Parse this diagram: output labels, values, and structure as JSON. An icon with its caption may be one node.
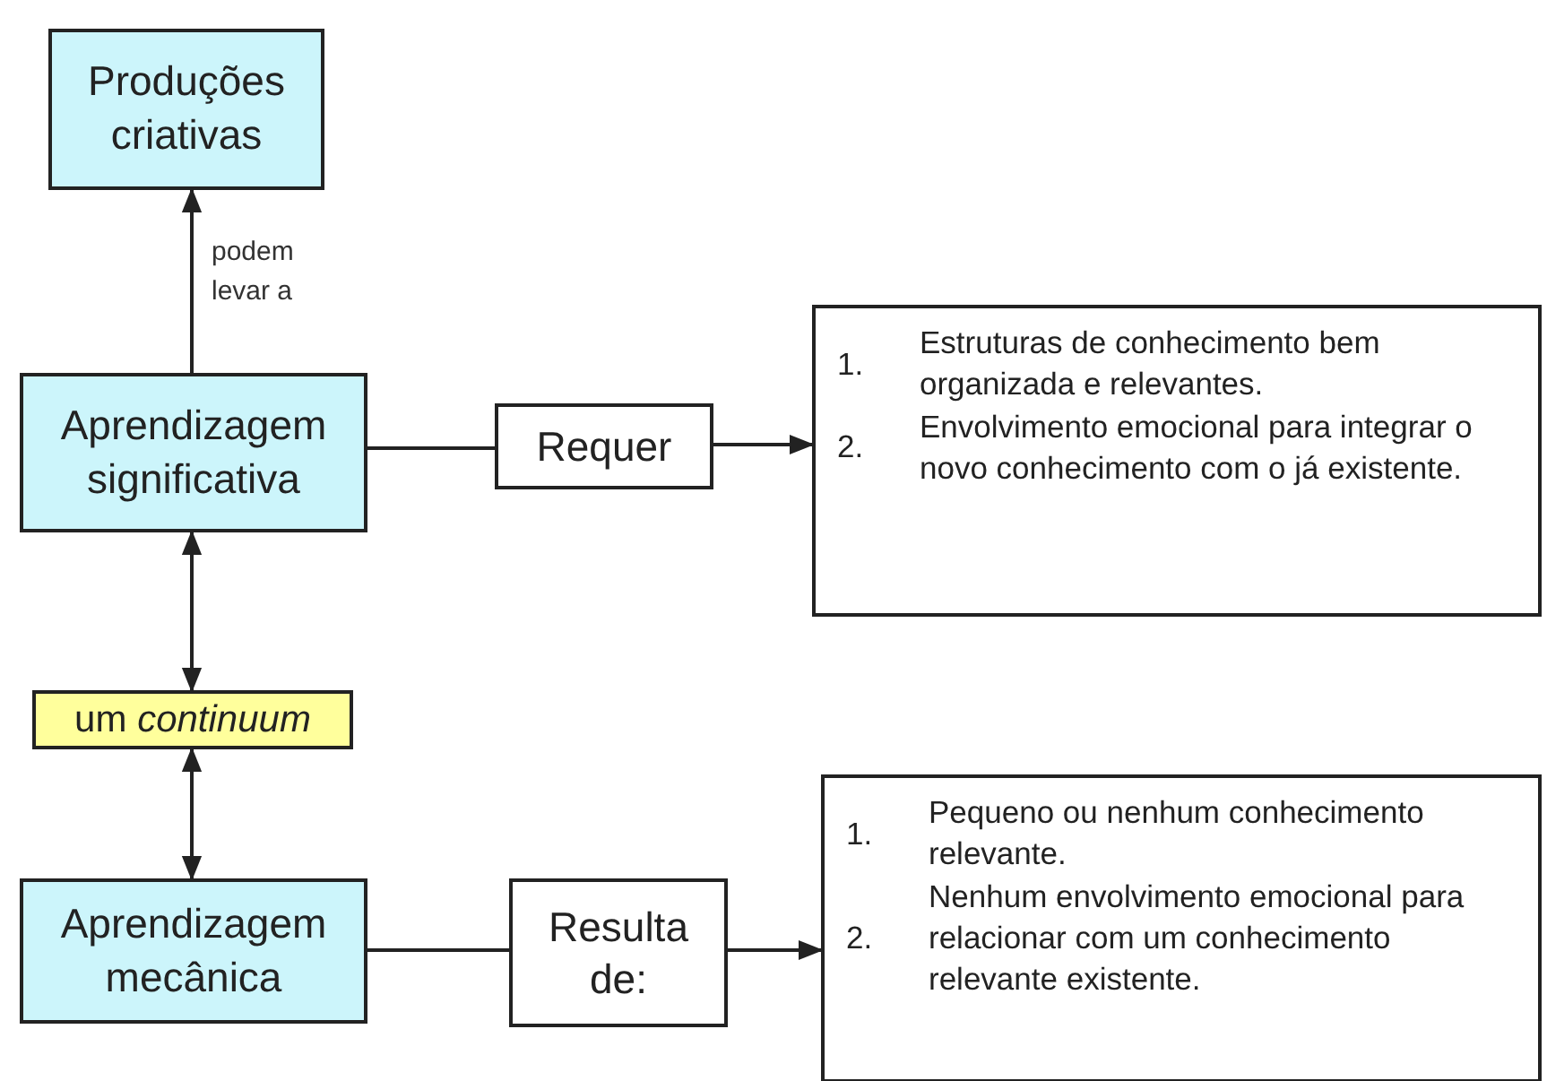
{
  "diagram": {
    "nodes": [
      {
        "text": [
          "Produções criativas"
        ]
      },
      {
        "text": [
          "Aprendizagem significativa"
        ]
      },
      {
        "text": [
          "Requer"
        ]
      },
      {
        "text": [
          "1.",
          "Estruturas de conhecimento bem organizada e relevantes.",
          "2.",
          "Envolvimento emocional para integrar o novo conhecimento com o já existente."
        ]
      },
      {
        "text": [
          "um *continuum*"
        ]
      },
      {
        "text": [
          "Aprendizagem mecânica"
        ]
      },
      {
        "text": [
          "Resulta de:"
        ]
      },
      {
        "text": [
          "1.",
          "Pequeno ou nenhum conhecimento relevante.",
          "2.",
          "Nenhum envolvimento emocional para relacionar com um conhecimento relevante existente."
        ]
      }
    ],
    "edges": [
      {
        "from": 1,
        "to": 0,
        "arrow": "to",
        "label": "podem levar a"
      },
      {
        "from": 1,
        "to": 2,
        "arrow": "none"
      },
      {
        "from": 2,
        "to": 3,
        "arrow": "to"
      },
      {
        "from": 1,
        "to": 4,
        "arrow": "both"
      },
      {
        "from": 4,
        "to": 5,
        "arrow": "both"
      },
      {
        "from": 5,
        "to": 6,
        "arrow": "none"
      },
      {
        "from": 6,
        "to": 7,
        "arrow": "to"
      }
    ]
  }
}
